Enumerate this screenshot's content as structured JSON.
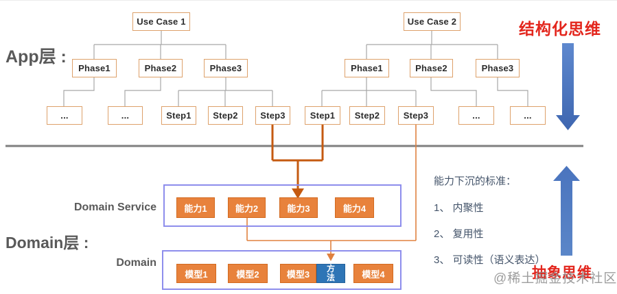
{
  "labels": {
    "app_layer": "App层 :",
    "domain_layer": "Domain层 :",
    "domain_service": "Domain Service",
    "domain": "Domain",
    "structured_thinking": "结构化思维",
    "abstract_thinking": "抽象思维",
    "watermark": "@稀土掘金技术社区"
  },
  "trees": [
    {
      "use_case": "Use Case 1",
      "phases": [
        "Phase1",
        "Phase2",
        "Phase3"
      ],
      "steps": [
        "...",
        "...",
        "Step1",
        "Step2",
        "Step3"
      ]
    },
    {
      "use_case": "Use Case 2",
      "phases": [
        "Phase1",
        "Phase2",
        "Phase3"
      ],
      "steps": [
        "Step1",
        "Step2",
        "Step3",
        "...",
        "..."
      ]
    }
  ],
  "domain_service_boxes": [
    "能力1",
    "能力2",
    "能力3",
    "能力4"
  ],
  "domain_boxes": [
    "模型1",
    "模型2",
    "模型3",
    "方法",
    "模型4"
  ],
  "criteria": {
    "title": "能力下沉的标准：",
    "items": [
      "1、 内聚性",
      "2、 复用性",
      "3、 可读性（语义表达）"
    ]
  },
  "colors": {
    "orange_box": "#E8823C",
    "orange_box_border": "#D2691E",
    "node_border": "#DDA069",
    "thick_connector": "#C55A11",
    "thin_connector": "#E0813F",
    "purple_frame": "#8D8DEC",
    "method_blue": "#2E75B6",
    "red_text": "#E3261D",
    "gray_label": "#595959",
    "criteria_text": "#44546A",
    "tree_line": "#A6A6A6",
    "divider": "#7F7F7F",
    "arrow_blue_top": "#5E88CE",
    "arrow_blue_bottom": "#3E66B0"
  }
}
